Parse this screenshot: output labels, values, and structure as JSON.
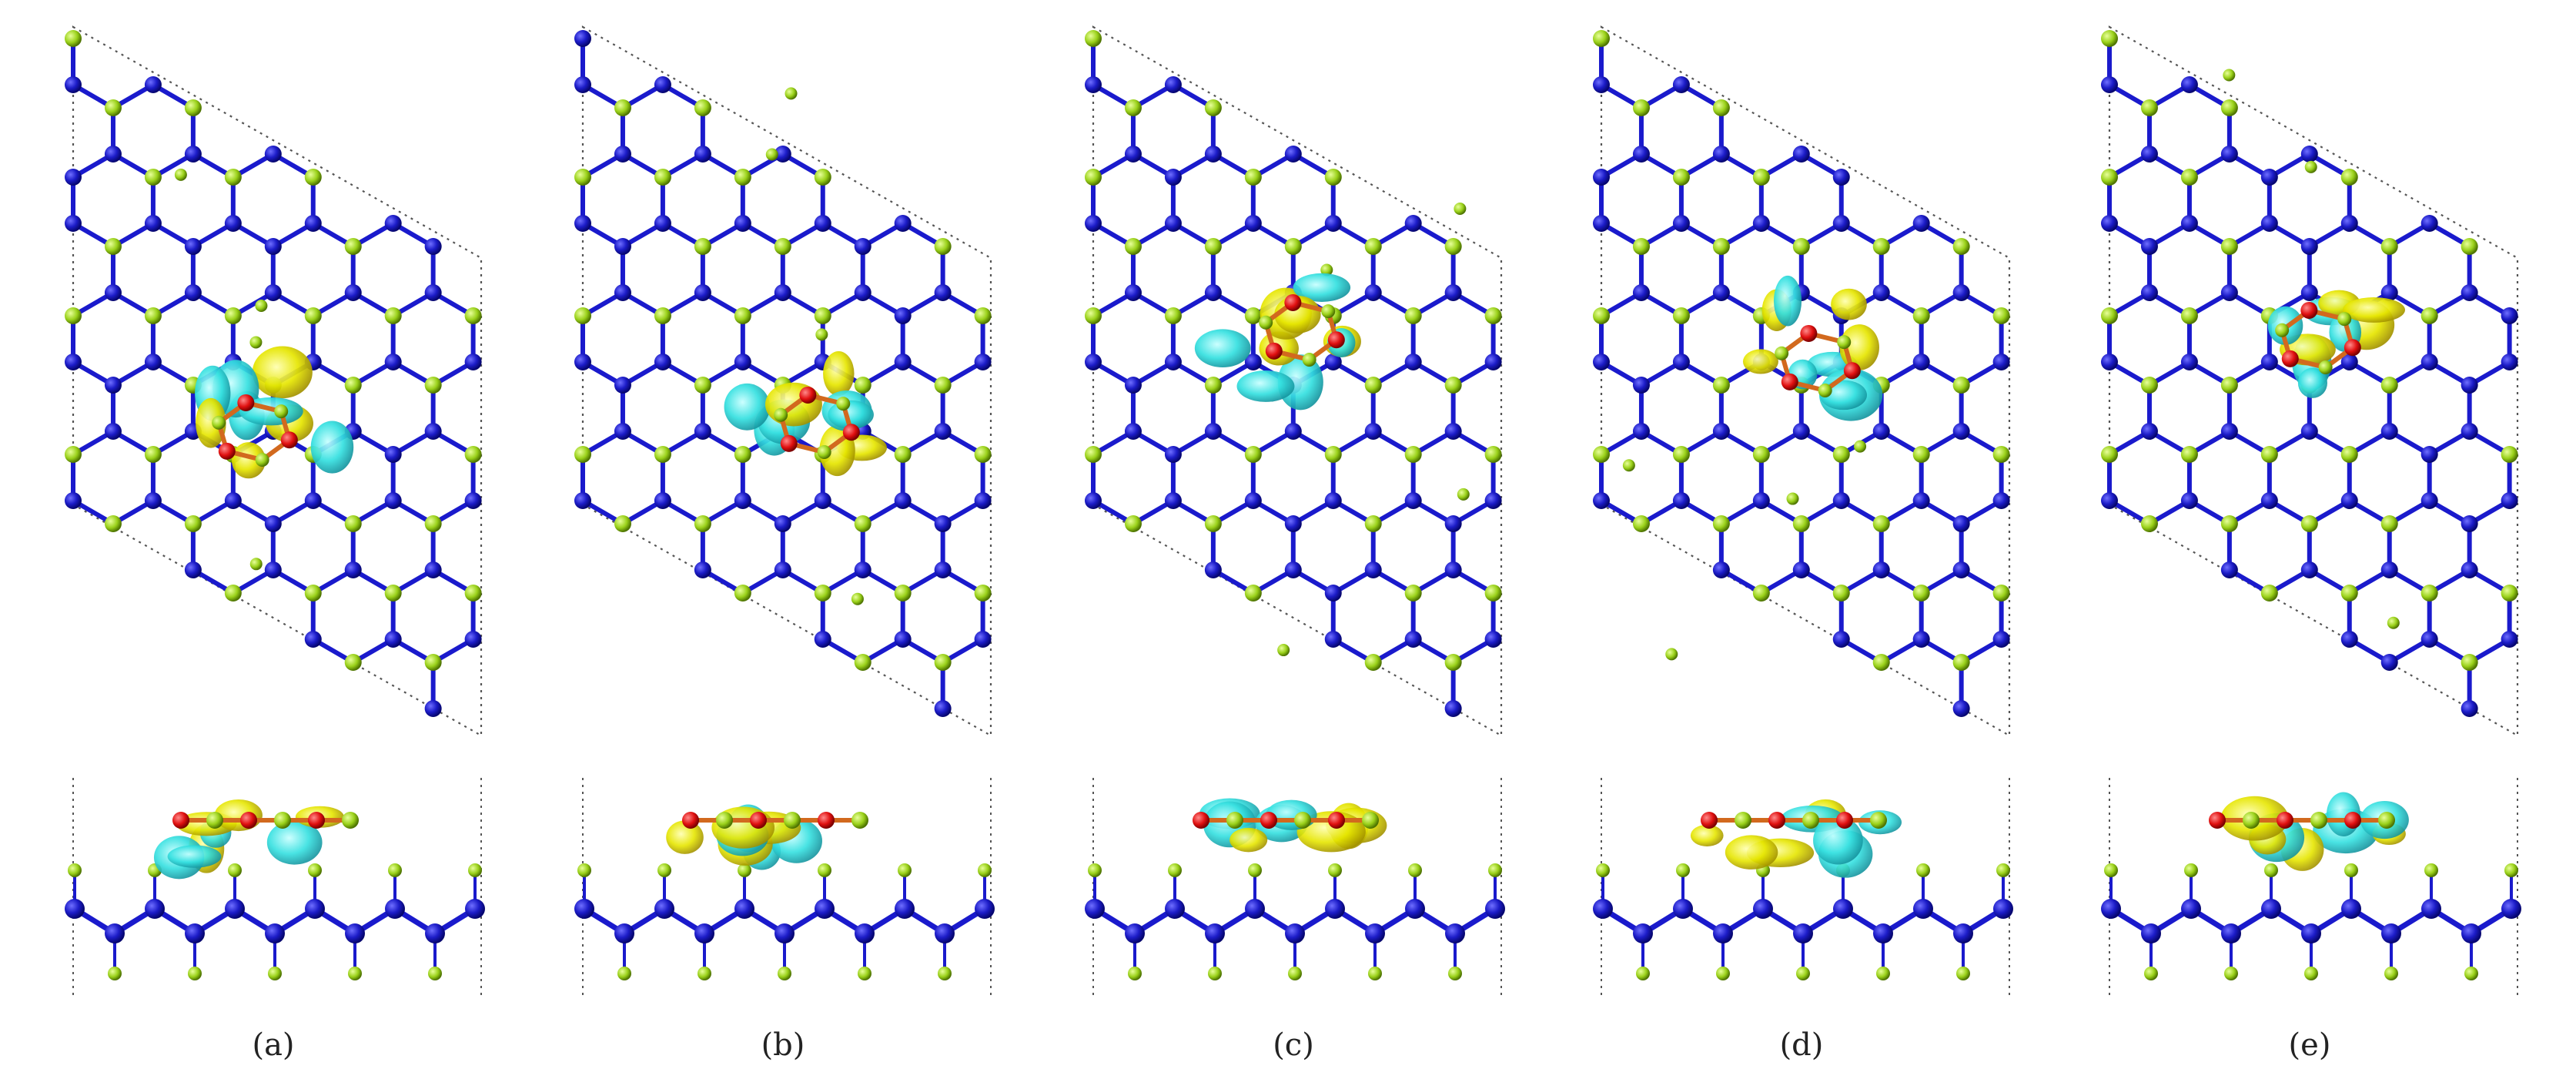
{
  "figure": {
    "panels": [
      {
        "id": "a",
        "caption": "(a)"
      },
      {
        "id": "b",
        "caption": "(b)"
      },
      {
        "id": "c",
        "caption": "(c)"
      },
      {
        "id": "d",
        "caption": "(d)"
      },
      {
        "id": "e",
        "caption": "(e)"
      }
    ]
  },
  "colors": {
    "bond": "#1a1acc",
    "atom_dark": "#1010b0",
    "atom_light": "#3a3aff",
    "hydrogen": "#9ad11a",
    "hydrogen_dark": "#5e8c00",
    "molecule_atom": "#e01010",
    "molecule_bond": "#d2691e",
    "iso_cyan": "#34e0e0",
    "iso_yellow": "#e6e600",
    "cell": "#555555"
  }
}
